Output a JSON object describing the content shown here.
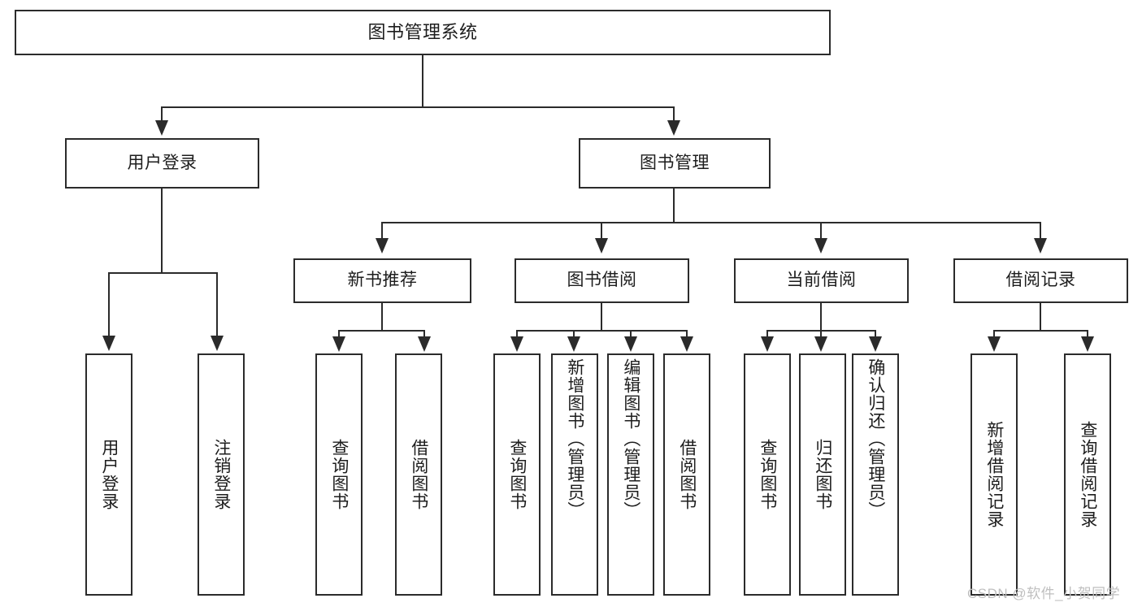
{
  "diagram": {
    "title_node": {
      "label": "图书管理系统"
    },
    "level1": [
      {
        "label": "用户登录"
      },
      {
        "label": "图书管理"
      }
    ],
    "level2": [
      {
        "label": "新书推荐"
      },
      {
        "label": "图书借阅"
      },
      {
        "label": "当前借阅"
      },
      {
        "label": "借阅记录"
      }
    ],
    "leaves": {
      "user_login": [
        {
          "label": "用户登录"
        },
        {
          "label": "注销登录"
        }
      ],
      "new_book_recommend": [
        {
          "label": "查询图书"
        },
        {
          "label": "借阅图书"
        }
      ],
      "book_borrow": [
        {
          "label": "查询图书"
        },
        {
          "label": "新增图书（管理员）"
        },
        {
          "label": "编辑图书（管理员）"
        },
        {
          "label": "借阅图书"
        }
      ],
      "current_borrow": [
        {
          "label": "查询图书"
        },
        {
          "label": "归还图书"
        },
        {
          "label": "确认归还（管理员）"
        }
      ],
      "borrow_record": [
        {
          "label": "新增借阅记录"
        },
        {
          "label": "查询借阅记录"
        }
      ]
    }
  },
  "watermark": {
    "text": "CSDN @软件_小贺同学"
  },
  "colors": {
    "stroke": "#2b2b2b",
    "background": "#ffffff",
    "text": "#1d1d1d",
    "watermark": "#bfbfbf"
  }
}
